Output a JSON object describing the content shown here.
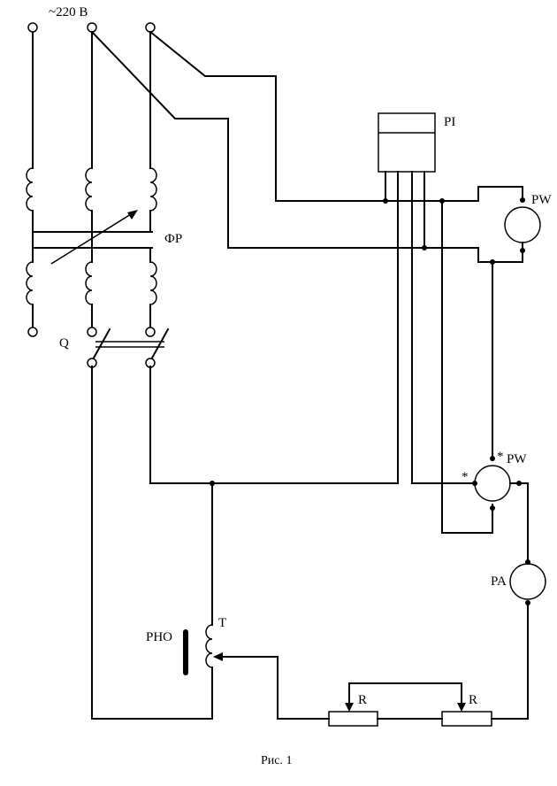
{
  "labels": {
    "supply": "~220 В",
    "phase_regulator": "ФР",
    "switch": "Q",
    "current_meter": "PI",
    "wattmeter_top": "PW",
    "wattmeter_mid": "PW",
    "star_mid_left": "*",
    "star_mid_top": "*",
    "ammeter": "PA",
    "transformer": "Т",
    "regulator": "РНО",
    "resistor_left": "R",
    "resistor_right": "R",
    "caption": "Рис. 1"
  }
}
